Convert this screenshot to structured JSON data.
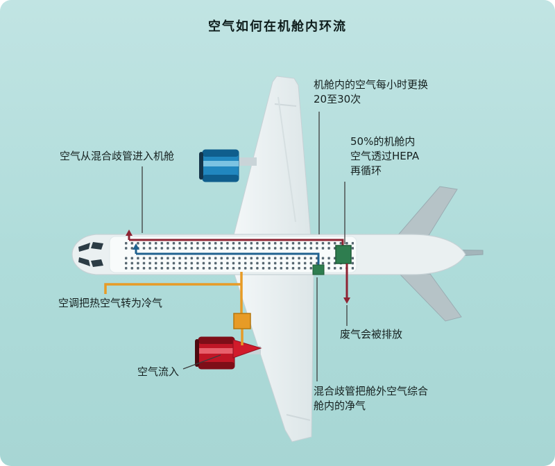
{
  "title": "空气如何在机舱内环流",
  "labels": {
    "air_exchange": {
      "line1": "机舱内的空气每小时更换",
      "line2": "20至30次"
    },
    "hepa_recirc": {
      "line1": "50%的机舱内",
      "line2": "空气透过HEPA",
      "line3": "再循环"
    },
    "supply_into_cabin": "空气从混合歧管进入机舱",
    "ac_cooling": "空调把热空气转为冷气",
    "air_inflow": "空气流入",
    "exhaust_out": "废气会被排放",
    "mixing_manifold": {
      "line1": "混合歧管把舱外空气综合",
      "line2": "舱内的净气"
    }
  },
  "colors": {
    "background_teal": "#aedbd9",
    "supply_exhaust_maroon": "#8e2433",
    "recirculated_blue": "#1f618f",
    "fresh_air_orange": "#e79b26",
    "hepa_filter_green": "#2e7d4f",
    "engine_blue": "#2187bf",
    "engine_highlight_red": "#c01626",
    "airframe_gray": "#eaf0f1"
  }
}
